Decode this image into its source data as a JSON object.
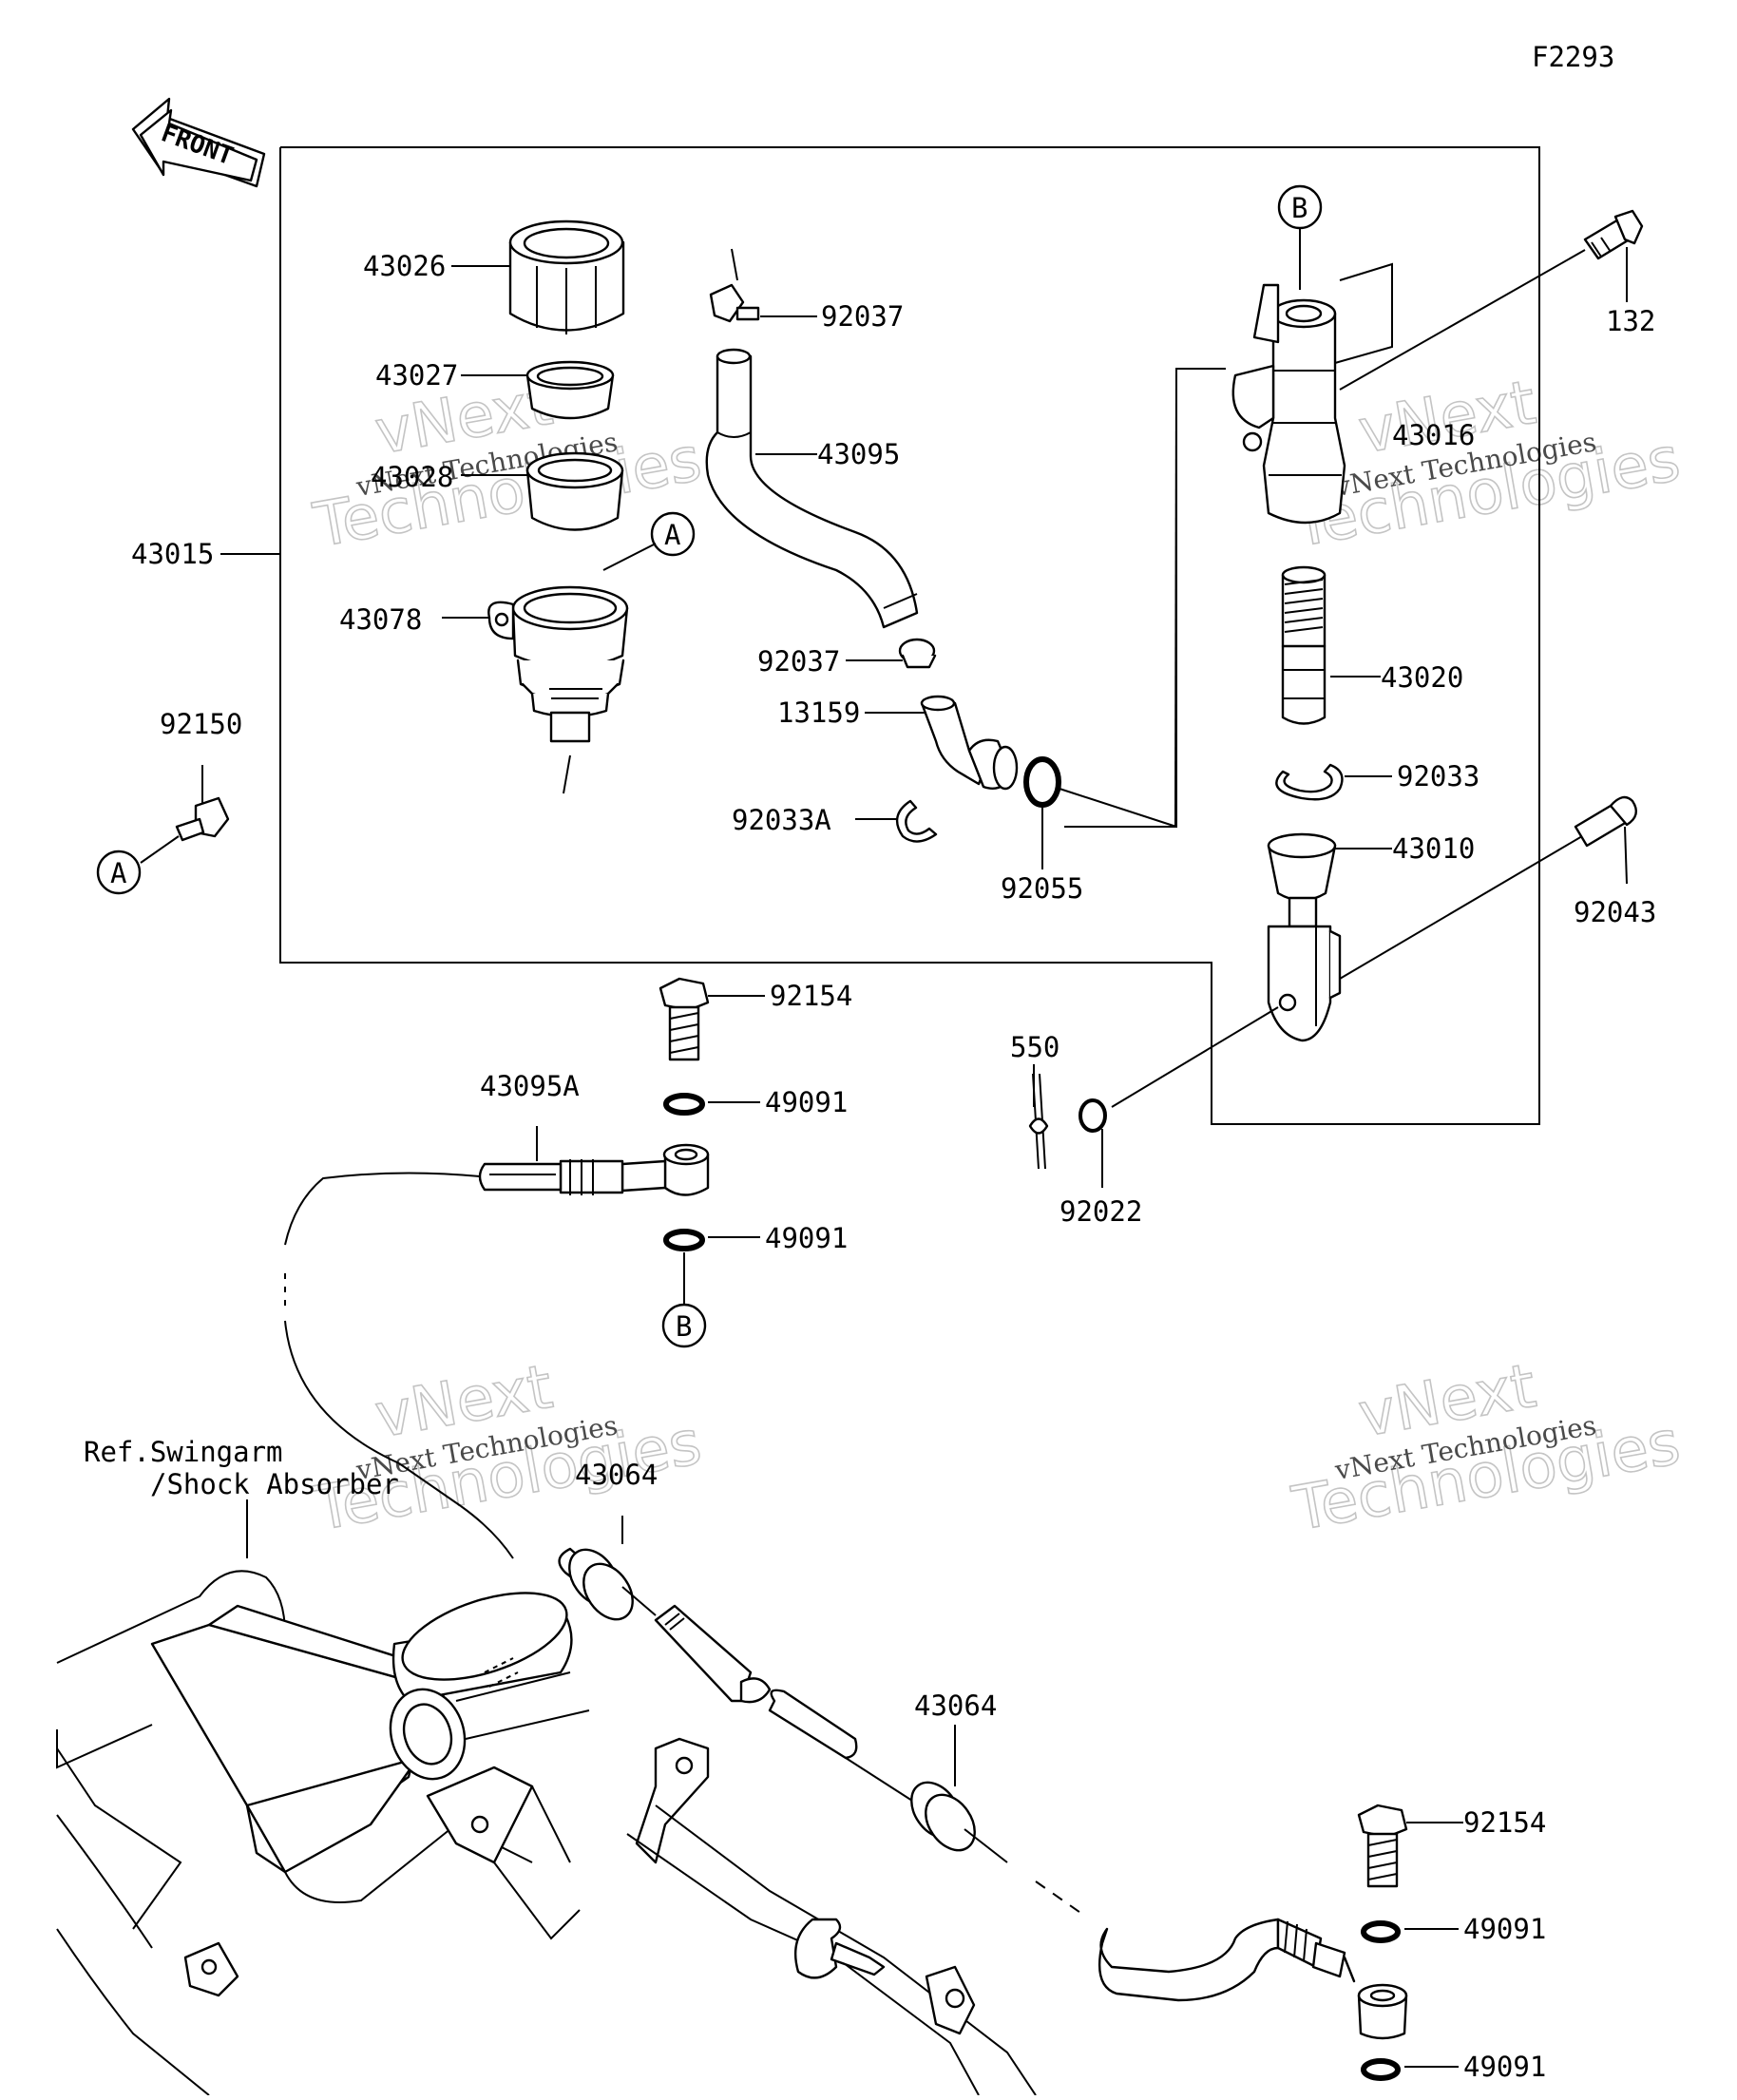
{
  "figure_code": "F2293",
  "front_label": "FRONT",
  "reference_note": [
    "Ref.Swingarm",
    "/Shock Absorber"
  ],
  "connectors": {
    "a": "A",
    "b": "B"
  },
  "watermark": {
    "line1": "vNext",
    "line2": "Technologies",
    "caption": "vNext Technologies"
  },
  "parts": {
    "p43026": "43026",
    "p43027": "43027",
    "p43028": "43028",
    "p43015": "43015",
    "p43078": "43078",
    "p92150": "92150",
    "p92037_top": "92037",
    "p43095": "43095",
    "p92037_mid": "92037",
    "p13159": "13159",
    "p92033A": "92033A",
    "p92055": "92055",
    "p132": "132",
    "p43016": "43016",
    "p43020": "43020",
    "p92033": "92033",
    "p43010": "43010",
    "p92043": "92043",
    "p92154_top": "92154",
    "p49091_a": "49091",
    "p43095A": "43095A",
    "p49091_b": "49091",
    "p550": "550",
    "p92022": "92022",
    "p43064_a": "43064",
    "p43064_b": "43064",
    "p92154_bottom": "92154",
    "p49091_c": "49091",
    "p49091_d": "49091"
  }
}
